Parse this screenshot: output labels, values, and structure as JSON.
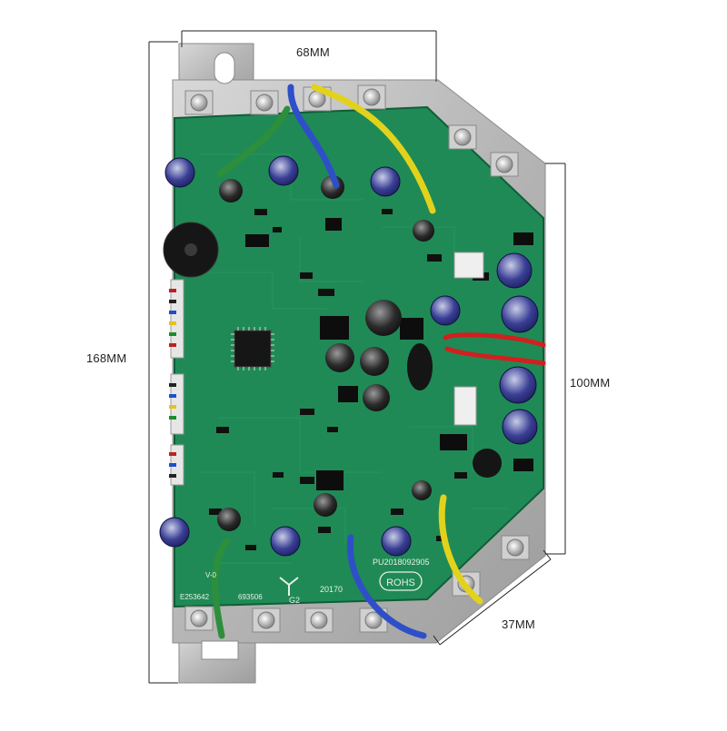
{
  "dimensions": {
    "width": "68MM",
    "height": "168MM",
    "side": "100MM",
    "edge": "37MM"
  },
  "board_markings": {
    "rohs": "ROHS",
    "code_main": "PU2018092905",
    "code_left": "E253642",
    "code_mid": "693506",
    "g2": "G2",
    "date": "20170",
    "v": "V-0"
  },
  "colors": {
    "pcb": "#1f8a55",
    "pcb_dark": "#146b40",
    "heatsink": "#b7b7b7",
    "wire_blue": "#2f4fc9",
    "wire_yellow": "#e2d21c",
    "wire_green": "#2d8f3c",
    "wire_red": "#d21f1f",
    "dim_line": "#222222"
  }
}
